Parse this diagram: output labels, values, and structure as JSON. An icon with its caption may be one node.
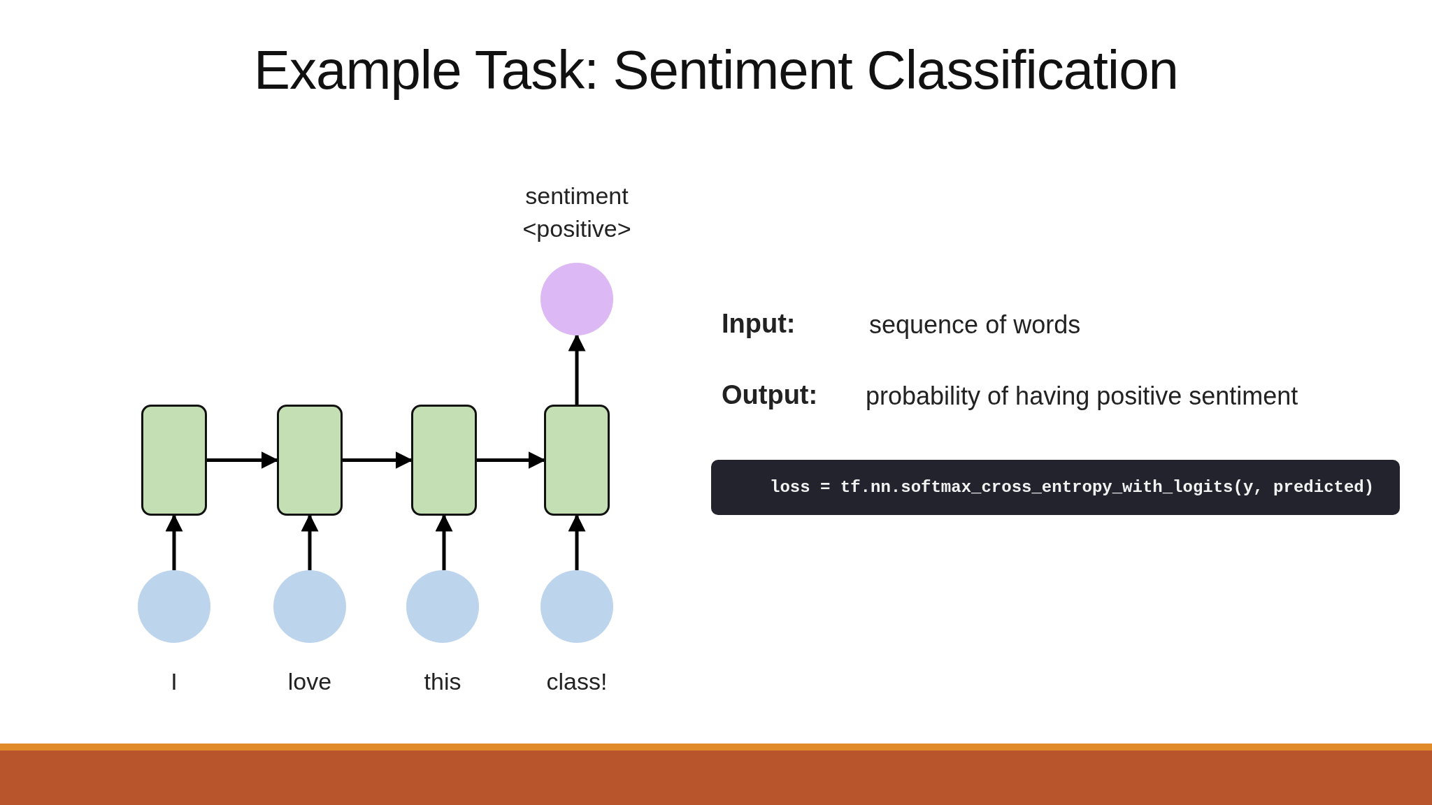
{
  "diagram": {
    "title": "Example Task: Sentiment Classification",
    "nodes": [
      {
        "text": [],
        "shape": "circle",
        "beside": [
          "sentiment <positive>"
        ]
      },
      {
        "text": [],
        "shape": "box"
      },
      {
        "text": [],
        "shape": "box"
      },
      {
        "text": [],
        "shape": "box"
      },
      {
        "text": [],
        "shape": "box"
      },
      {
        "text": [],
        "shape": "circle",
        "beside": [
          "I"
        ]
      },
      {
        "text": [],
        "shape": "circle",
        "beside": [
          "love"
        ]
      },
      {
        "text": [],
        "shape": "circle",
        "beside": [
          "this"
        ]
      },
      {
        "text": [],
        "shape": "circle",
        "beside": [
          "class!"
        ]
      },
      {
        "text": [
          "loss = tf.nn.softmax_cross_entropy_with_logits(y, predicted)"
        ]
      }
    ],
    "edges": [
      {
        "from": 1,
        "to": 2,
        "arrow": "to"
      },
      {
        "from": 2,
        "to": 3,
        "arrow": "to"
      },
      {
        "from": 3,
        "to": 4,
        "arrow": "to"
      },
      {
        "from": 5,
        "to": 1,
        "arrow": "to"
      },
      {
        "from": 6,
        "to": 2,
        "arrow": "to"
      },
      {
        "from": 7,
        "to": 3,
        "arrow": "to"
      },
      {
        "from": 8,
        "to": 4,
        "arrow": "to"
      },
      {
        "from": 4,
        "to": 0,
        "arrow": "to"
      }
    ],
    "labels": [
      "Input:",
      "sequence of words",
      "Output:",
      "probability of having positive sentiment"
    ]
  }
}
